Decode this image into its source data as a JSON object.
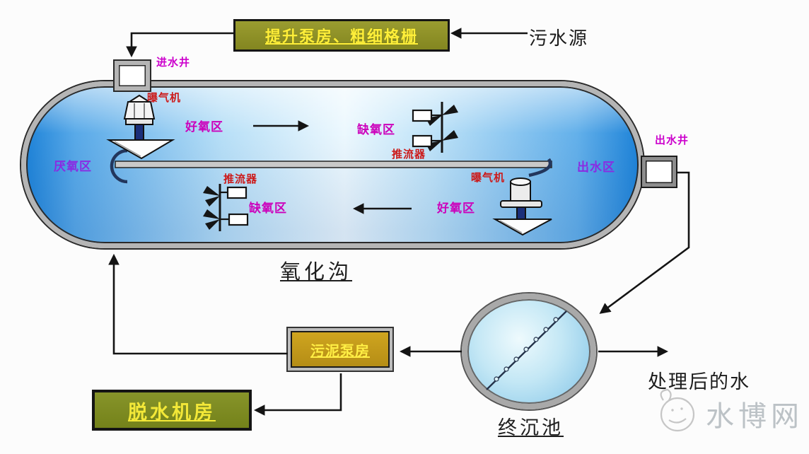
{
  "title_box": {
    "label": "提升泵房、粗细格栅"
  },
  "sewage_source": {
    "label": "污水源"
  },
  "inlet_well": {
    "label": "进水井"
  },
  "outlet_well": {
    "label": "出水井"
  },
  "oxidation_ditch": {
    "title": "氧化沟",
    "zone_anaerobic": "厌氧区",
    "zone_aerobic_top": "好氧区",
    "zone_anoxic_top": "缺氧区",
    "zone_anoxic_bottom": "缺氧区",
    "zone_aerobic_bottom": "好氧区",
    "zone_outlet": "出水区",
    "aerator_top_label": "曝气机",
    "aerator_bottom_label": "曝气机",
    "propeller_top_label": "推流器",
    "propeller_bottom_label": "推流器"
  },
  "final_clarifier": {
    "label": "终沉池"
  },
  "sludge_pump_house": {
    "label": "污泥泵房"
  },
  "dewatering_room": {
    "label": "脱水机房"
  },
  "treated_water": {
    "label": "处理后的水"
  },
  "watermark": {
    "label": "水博网"
  },
  "colors": {
    "box_olive": "#83862f",
    "box_golden": "#bf9726",
    "box_green_olive": "#7d8c1c",
    "label_yellow": "#ffee3a",
    "label_magenta": "#cc00bb",
    "label_red": "#cc1a1a",
    "label_purple": "#8a2be2",
    "ditch_blue_deep": "#1e83d8",
    "ditch_blue_light": "#ecf8fe",
    "watermark_gray": "#bcc2c6"
  }
}
